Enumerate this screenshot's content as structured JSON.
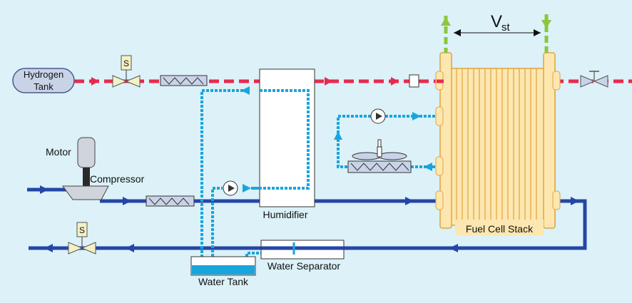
{
  "labels": {
    "hydrogen_tank_line1": "Hydrogen",
    "hydrogen_tank_line2": "Tank",
    "motor": "Motor",
    "compressor": "Compressor",
    "humidifier": "Humidifier",
    "water_separator": "Water Separator",
    "water_tank": "Water Tank",
    "fuel_cell_stack": "Fuel Cell Stack",
    "voltage_symbol": "V",
    "voltage_subscript": "st",
    "solenoid_symbol": "S"
  },
  "colors": {
    "background": "#dcf1f8",
    "hydrogen_line": "#e8294f",
    "air_line": "#2446a6",
    "water_line": "#17a6dc",
    "voltage_line": "#8cc63f",
    "stack_fill": "#fde7b0",
    "stack_border": "#e2a43e"
  }
}
